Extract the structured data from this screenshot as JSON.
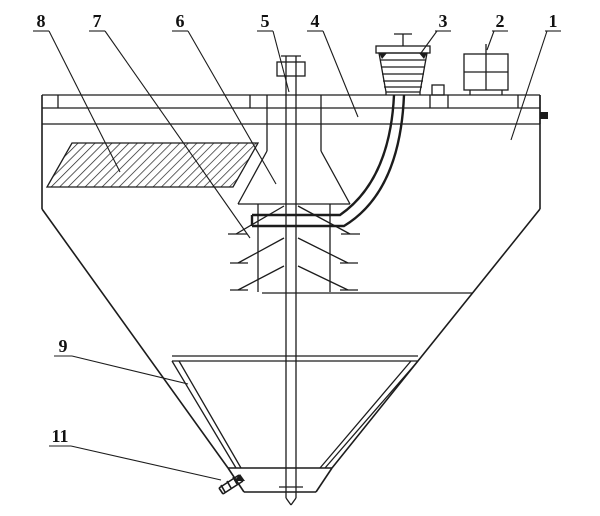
{
  "figure": {
    "colors": {
      "ink": "#1c1c1c",
      "paper": "#ffffff"
    },
    "callouts": [
      {
        "number": "8"
      },
      {
        "number": "7"
      },
      {
        "number": "6"
      },
      {
        "number": "5"
      },
      {
        "number": "4"
      },
      {
        "number": "3"
      },
      {
        "number": "2"
      },
      {
        "number": "1"
      },
      {
        "number": "9"
      },
      {
        "number": "11"
      }
    ]
  }
}
